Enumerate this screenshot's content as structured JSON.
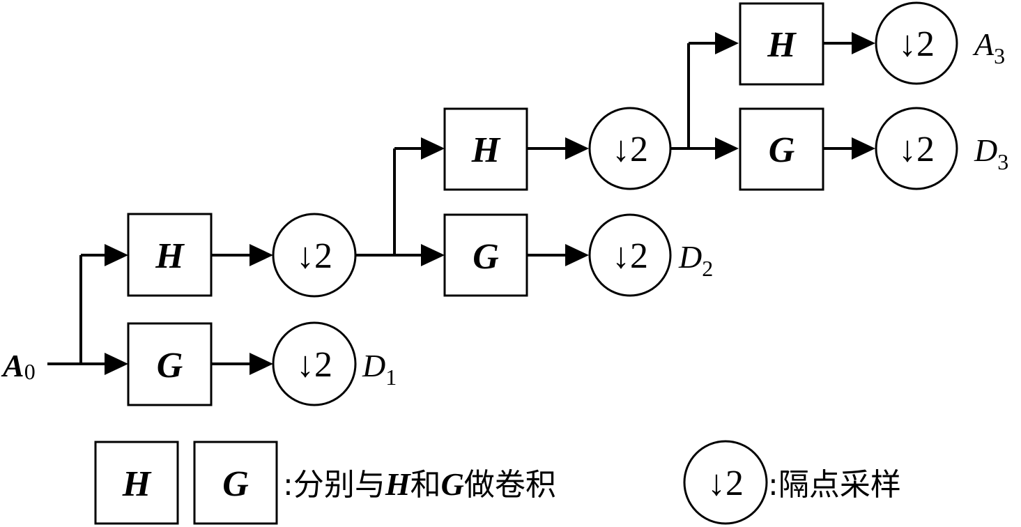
{
  "nodes": {
    "h1": "H",
    "g1": "G",
    "h2": "H",
    "g2": "G",
    "h3": "H",
    "g3": "G",
    "ds_symbol": "↓",
    "ds_factor": "2"
  },
  "signals": {
    "input": {
      "base": "A",
      "sub": "0"
    },
    "d1": {
      "base": "D",
      "sub": "1"
    },
    "d2": {
      "base": "D",
      "sub": "2"
    },
    "d3": {
      "base": "D",
      "sub": "3"
    },
    "a3": {
      "base": "A",
      "sub": "3"
    }
  },
  "legend": {
    "box_h": "H",
    "box_g": "G",
    "conv_pre": ":分别与",
    "conv_h": "H",
    "conv_and": "和",
    "conv_g": "G",
    "conv_post": "做卷积",
    "ds_symbol": "↓",
    "ds_factor": "2",
    "ds_text": ":隔点采样"
  }
}
